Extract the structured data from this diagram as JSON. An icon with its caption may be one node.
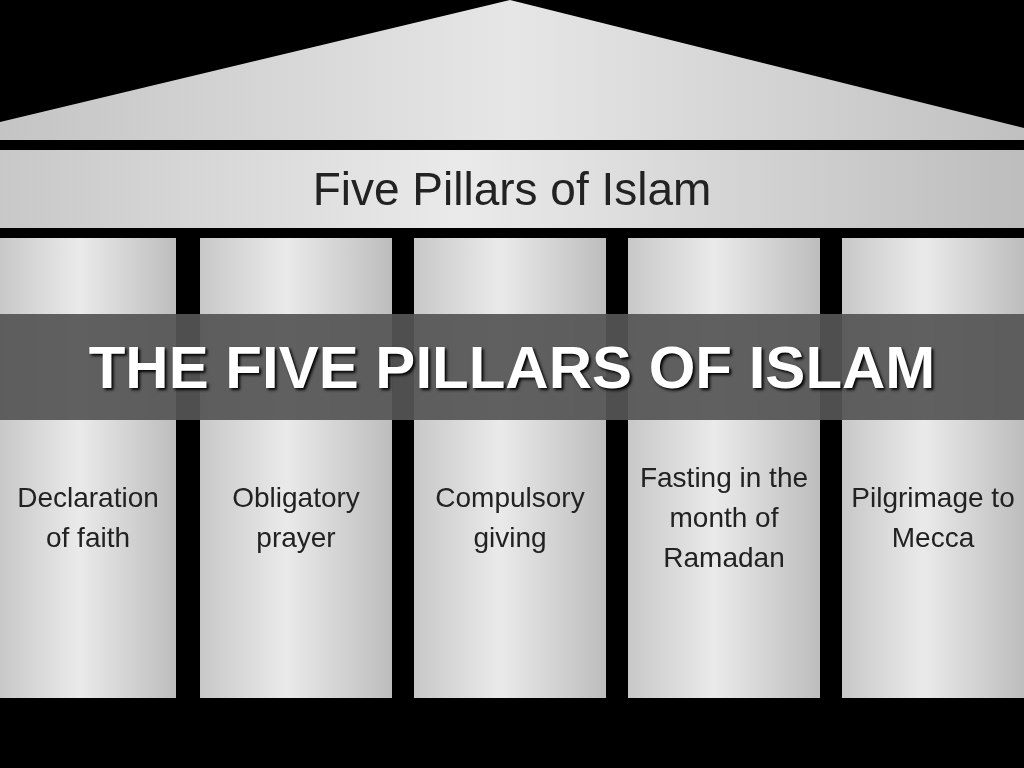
{
  "diagram": {
    "title": "THE FIVE PILLARS OF ISLAM",
    "nodes": [
      {
        "text": [
          "Five Pillars of Islam"
        ]
      },
      {
        "text": [
          "Declaration of faith"
        ]
      },
      {
        "text": [
          "Obligatory prayer"
        ]
      },
      {
        "text": [
          "Compulsory giving"
        ]
      },
      {
        "text": [
          "Fasting in the month of Ramadan"
        ]
      },
      {
        "text": [
          "Pilgrimage to Mecca"
        ]
      }
    ],
    "edges": []
  }
}
